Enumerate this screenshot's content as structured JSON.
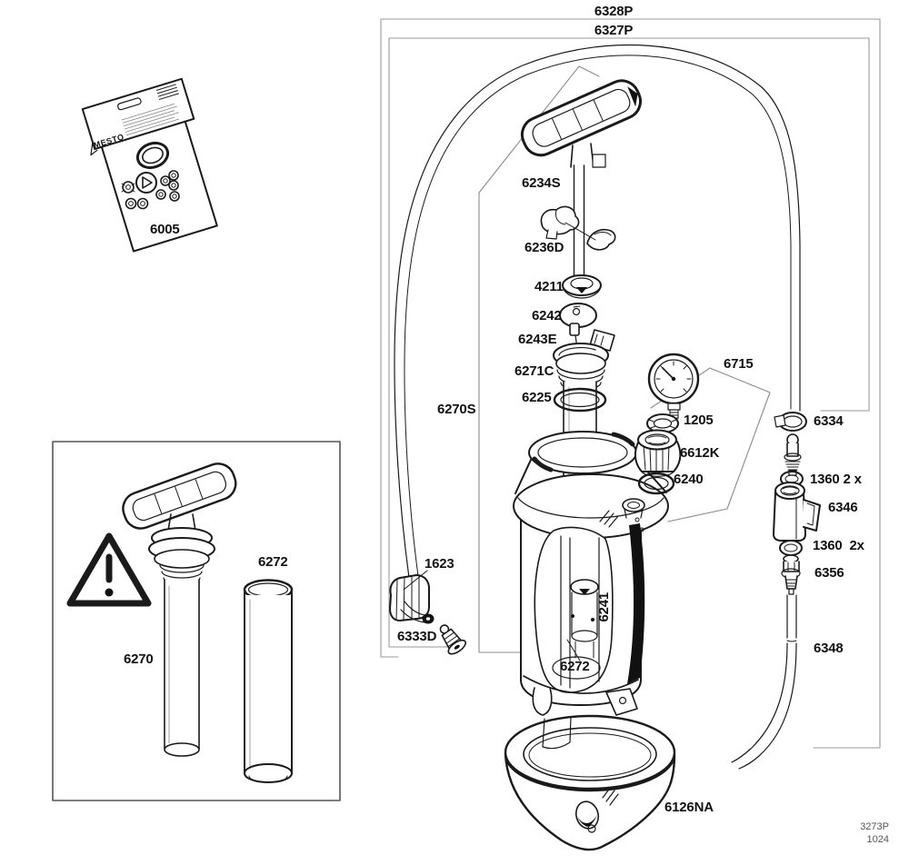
{
  "colors": {
    "line": "#1a1a1a",
    "bracket": "#9a9a9a",
    "background": "#ffffff"
  },
  "doc": {
    "number": "3273P",
    "code": "1024"
  },
  "labels": {
    "brand": "MESTO",
    "service_kit": "6005",
    "assembly_outer": "6328P",
    "assembly_inner": "6327P",
    "handle": "6234S",
    "handle_clip": "6236D",
    "piston": "4211",
    "valve_washer": "6242",
    "valve_pin": "6243E",
    "pump_cap": "6271C",
    "pump_oring": "6225",
    "gauge_assembly": "6715",
    "gauge_seal": "1205",
    "gauge_nut": "6612K",
    "gauge_oring": "6240",
    "hose_assembly": "6270S",
    "hose_nut": "1623",
    "nozzle_plug": "6333D",
    "inner_valve": "6241",
    "inner_cylinder": "6272",
    "base_ring": "6126NA",
    "hose_clamp": "6334",
    "seal_pair_upper": "1360 2 x",
    "shutoff_valve": "6346",
    "seal_pair_lower": "1360  2x",
    "outlet_fitting": "6356",
    "outlet_hose": "6348",
    "pump_assembly": "6270",
    "spare_cylinder": "6272"
  }
}
